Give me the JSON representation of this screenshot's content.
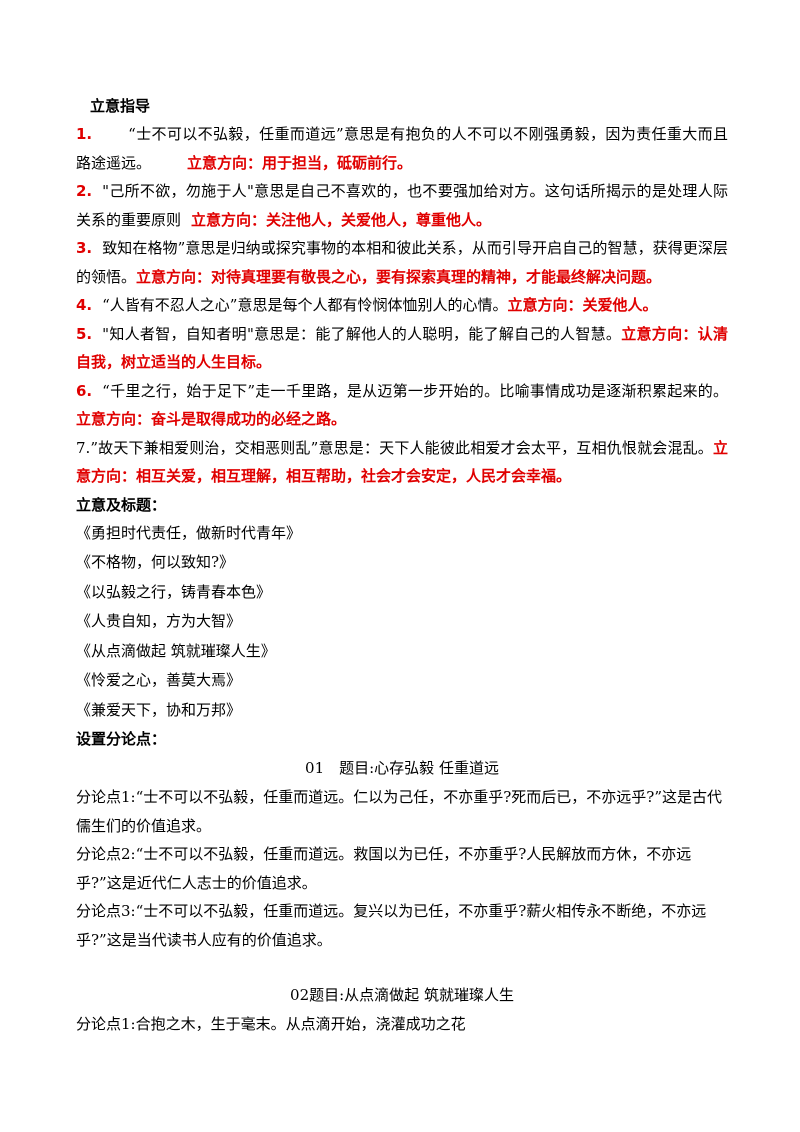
{
  "guide": {
    "heading": "立意指导",
    "items": [
      {
        "num": "1.",
        "text": "“士不可以不弘毅，任重而道远”意思是有抱负的人不可以不刚强勇毅，因为责任重大而且路途遥远。",
        "direction": "立意方向：用于担当，砥砺前行。"
      },
      {
        "num": "2.",
        "text": "\"己所不欲，勿施于人\"意思是自己不喜欢的，也不要强加给对方。这句话所揭示的是处理人际关系的重要原则",
        "direction": "立意方向：关注他人，关爱他人，尊重他人。"
      },
      {
        "num": "3.",
        "text": "致知在格物”意思是归纳或探究事物的本相和彼此关系，从而引导开启自己的智慧，获得更深层的领悟。",
        "direction": "立意方向：对待真理要有敬畏之心，要有探索真理的精神，才能最终解决问题。"
      },
      {
        "num": "4.",
        "text": "“人皆有不忍人之心”意思是每个人都有怜悯体恤别人的心情。",
        "direction": "立意方向：关爱他人。"
      },
      {
        "num": "5.",
        "text": "\"知人者智，自知者明\"意思是：能了解他人的人聪明，能了解自己的人智慧。",
        "direction": "立意方向：认清自我，树立适当的人生目标。"
      },
      {
        "num": "6.",
        "text": "“千里之行，始于足下”走一千里路，是从迈第一步开始的。比喻事情成功是逐渐积累起来的。",
        "direction": "立意方向：奋斗是取得成功的必经之路。"
      },
      {
        "num": "7.",
        "text": "”故天下兼相爱则治，交相恶则乱”意思是：天下人能彼此相爱才会太平，互相仇恨就会混乱。",
        "direction": "立意方向：相互关爱，相互理解，相互帮助，社会才会安定，人民才会幸福。"
      }
    ]
  },
  "titles": {
    "heading": "立意及标题：",
    "list": [
      "《勇担时代责任，做新时代青年》",
      "《不格物，何以致知?》",
      "《以弘毅之行，铸青春本色》",
      "《人贵自知，方为大智》",
      "《从点滴做起 筑就璀璨人生》",
      "《怜爱之心，善莫大焉》",
      "《兼爱天下，协和万邦》"
    ]
  },
  "points": {
    "heading": "设置分论点：",
    "topic1": {
      "title": "01　题目:心存弘毅 任重道远",
      "items": [
        "分论点1:“士不可以不弘毅，任重而道远。仁以为己任，不亦重乎?死而后已，不亦远乎?”这是古代儒生们的价值追求。",
        "分论点2:“士不可以不弘毅，任重而道远。救国以为已任，不亦重乎?人民解放而方休，不亦远乎?”这是近代仁人志士的价值追求。",
        "分论点3:“士不可以不弘毅，任重而道远。复兴以为已任，不亦重乎?薪火相传永不断绝，不亦远乎?”这是当代读书人应有的价值追求。"
      ]
    },
    "topic2": {
      "title": "02题目:从点滴做起 筑就璀璨人生",
      "items": [
        "分论点1:合抱之木，生于毫末。从点滴开始，浇灌成功之花"
      ]
    }
  }
}
